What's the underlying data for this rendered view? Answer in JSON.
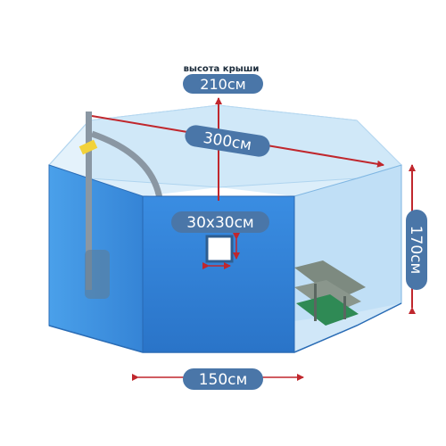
{
  "labels": {
    "roof_height_caption": "высота крыши",
    "roof_height": "210см",
    "diagonal": "300см",
    "window": "30х30см",
    "height": "170см",
    "width": "150см"
  },
  "colors": {
    "wall_blue": "#3d8fe0",
    "wall_front": "#2f7fd6",
    "roof_blue": "#cfe6f7",
    "pill_bg": "#4a76a8",
    "arrow_red": "#c0272d",
    "pipe": "#8a97a3",
    "clip": "#f2d23a",
    "bench": "#6d7d72",
    "bench_green": "#2f8a55"
  }
}
